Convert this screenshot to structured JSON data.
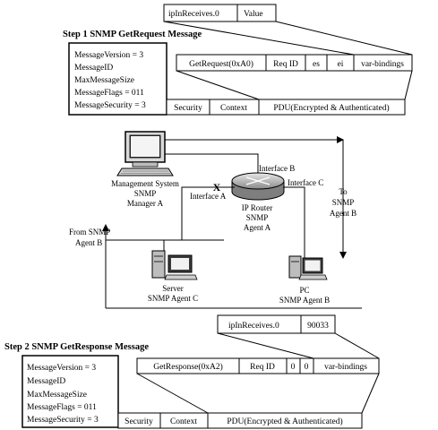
{
  "step1": {
    "title": "Step 1  SNMP GetRequest Message",
    "varbind": {
      "name": "ipInReceives.0",
      "value": "Value"
    },
    "header_lines": [
      "MessageVersion = 3",
      "MessageID",
      "MaxMessageSize",
      "MessageFlags = 011",
      "MessageSecurity = 3"
    ],
    "pdu_fields": {
      "pdu_type": "GetRequest(0xA0)",
      "req_id": "Req ID",
      "es": "es",
      "ei": "ei",
      "varbindings": "var-bindings"
    },
    "msg_fields": {
      "security": "Security",
      "context": "Context",
      "pdu": "PDU(Encrypted & Authenticated)"
    }
  },
  "step2": {
    "title": "Step 2  SNMP GetResponse Message",
    "varbind": {
      "name": "ipInReceives.0",
      "value": "90033"
    },
    "header_lines": [
      "MessageVersion = 3",
      "MessageID",
      "MaxMessageSize",
      "MessageFlags = 011",
      "MessageSecurity = 3"
    ],
    "pdu_fields": {
      "pdu_type": "GetResponse(0xA2)",
      "req_id": "Req ID",
      "es": "0",
      "ei": "0",
      "varbindings": "var-bindings"
    },
    "msg_fields": {
      "security": "Security",
      "context": "Context",
      "pdu": "PDU(Encrypted & Authenticated)"
    }
  },
  "network": {
    "manager_label": [
      "Management System",
      "SNMP",
      "Manager A"
    ],
    "router_label": [
      "IP Router",
      "SNMP",
      "Agent A"
    ],
    "server_label": [
      "Server",
      "SNMP Agent C"
    ],
    "pc_label": [
      "PC",
      "SNMP Agent B"
    ],
    "interface_a": "Interface A",
    "interface_b": "Interface B",
    "interface_c": "Interface C",
    "to_agent": [
      "To",
      "SNMP",
      "Agent B"
    ],
    "from_agent": [
      "From SNMP",
      "Agent B"
    ],
    "blocked_mark": "X"
  }
}
